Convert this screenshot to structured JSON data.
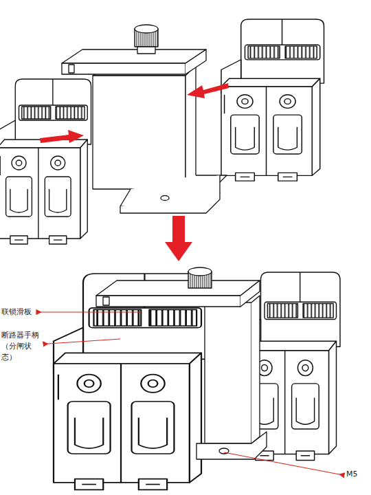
{
  "diagram": {
    "labels": [
      "联锁滑板",
      "断路器手柄（分闸状态）",
      "M5"
    ]
  }
}
